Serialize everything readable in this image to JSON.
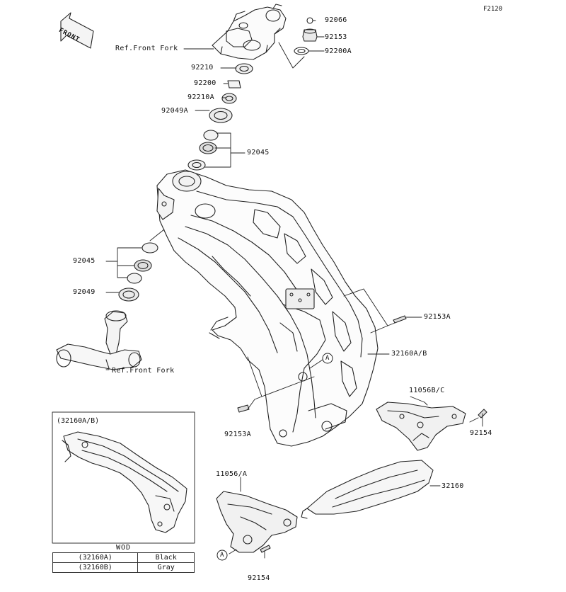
{
  "figure_code": "F2120",
  "front_marker": "FRONT",
  "labels": {
    "l92066": "92066",
    "l92153_top": "92153",
    "l92200A": "92200A",
    "ref_front_fork_top": "Ref.Front Fork",
    "l92210": "92210",
    "l92200": "92200",
    "l92210A": "92210A",
    "l92049A": "92049A",
    "l92045_top": "92045",
    "l92045_left": "92045",
    "l92049": "92049",
    "ref_front_fork_bottom": "Ref.Front Fork",
    "l92153A_right": "92153A",
    "l32160AB": "32160A/B",
    "l11056BC": "11056B/C",
    "l92154_right": "92154",
    "l92153A_left": "92153A",
    "l11056A": "11056/A",
    "l32160": "32160",
    "l92154_bottom": "92154",
    "marker_a1": "A",
    "marker_a2": "A"
  },
  "inset": {
    "title": "(32160A/B)",
    "table_header": "WOD",
    "rows": [
      {
        "part": "(32160A)",
        "color": "Black"
      },
      {
        "part": "(32160B)",
        "color": "Gray"
      }
    ]
  }
}
